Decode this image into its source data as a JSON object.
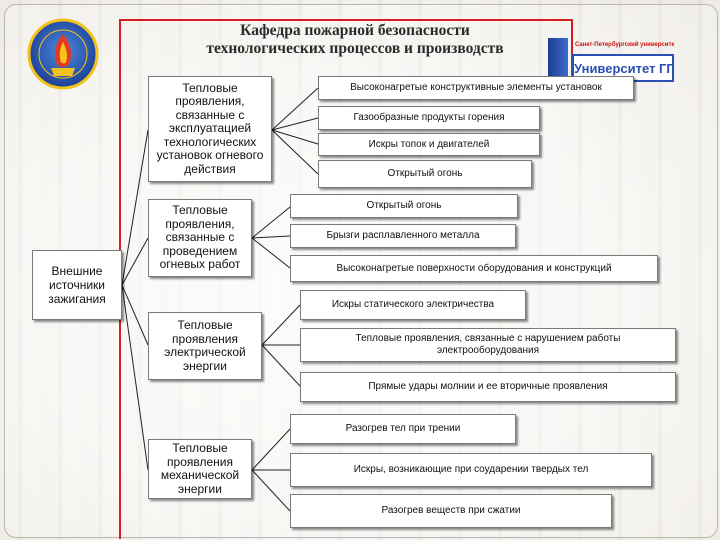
{
  "header": {
    "title_line1": "Кафедра пожарной безопасности",
    "title_line2": "технологических процессов и производств",
    "logo_top_text": "Санкт-Петербургский университет ГПС МЧС России",
    "logo_main_text": "Университет ГПС"
  },
  "diagram": {
    "root": "Внешние источники зажигания",
    "categories": [
      {
        "label": "Тепловые проявления, связанные с эксплуатацией технологических установок огневого действия",
        "items": [
          "Высоконагретые конструктивные элементы установок",
          "Газообразные продукты горения",
          "Искры топок и двигателей",
          "Открытый огонь"
        ]
      },
      {
        "label": "Тепловые проявления, связанные с проведением огневых работ",
        "items": [
          "Открытый огонь",
          "Брызги расплавленного металла",
          "Высоконагретые поверхности оборудования и конструкций"
        ]
      },
      {
        "label": "Тепловые проявления электрической энергии",
        "items": [
          "Искры статического электричества",
          "Тепловые проявления, связанные с нарушением работы электрооборудования",
          "Прямые удары молнии и ее вторичные проявления"
        ]
      },
      {
        "label": "Тепловые проявления механической энергии",
        "items": [
          "Разогрев тел при трении",
          "Искры, возникающие при соударении твердых тел",
          "Разогрев веществ при сжатии"
        ]
      }
    ]
  }
}
